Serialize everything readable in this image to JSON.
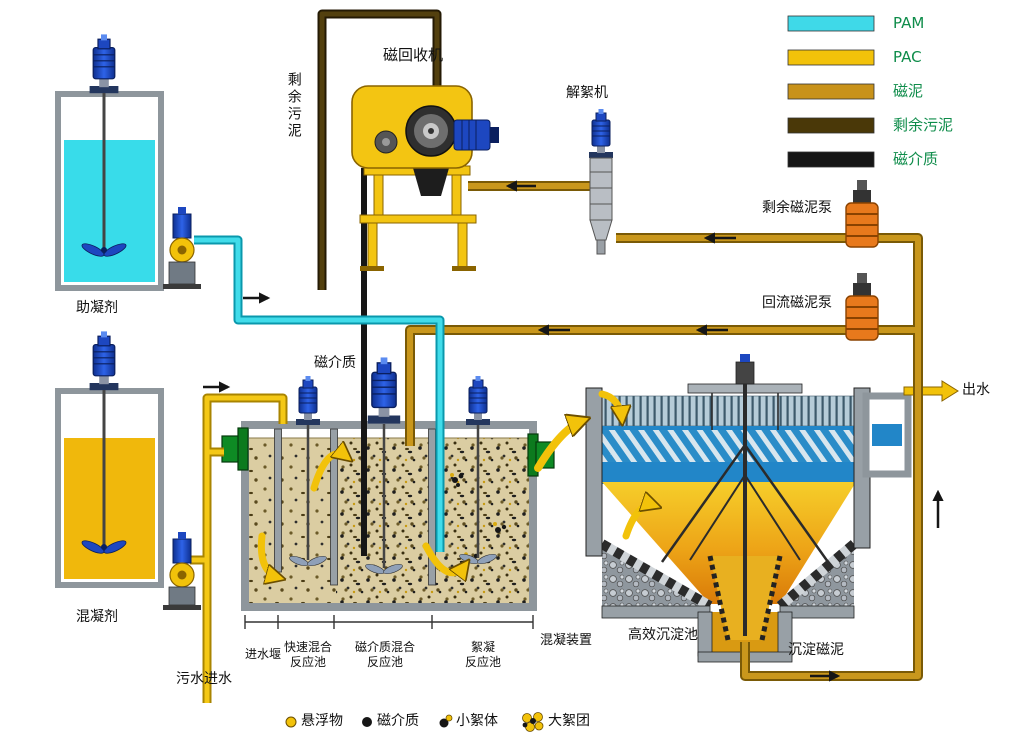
{
  "legend": {
    "items": [
      {
        "name": "pam",
        "label": "PAM",
        "color": "#3fd9e8"
      },
      {
        "name": "pac",
        "label": "PAC",
        "color": "#f2c20a"
      },
      {
        "name": "magnetic-sludge",
        "label": "磁泥",
        "color": "#c8921a"
      },
      {
        "name": "surplus-sludge",
        "label": "剩余污泥",
        "color": "#4a3808"
      },
      {
        "name": "magnetic-media",
        "label": "磁介质",
        "color": "#161616"
      }
    ]
  },
  "equipment": {
    "magnetic_recovery_machine": "磁回收机",
    "deflocculator": "解絮机",
    "coagulant_aid_tank": "助凝剂",
    "coagulant_tank": "混凝剂",
    "surplus_magnetic_sludge_pump": "剩余磁泥泵",
    "return_magnetic_sludge_pump": "回流磁泥泵"
  },
  "streams": {
    "surplus_sludge_pipe": "剩余污泥",
    "magnetic_media_pipe": "磁介质",
    "influent": "污水进水",
    "effluent": "出水",
    "settled_magnetic_sludge": "沉淀磁泥"
  },
  "basin": {
    "inlet_weir": "进水堰",
    "rapid_mix_line1": "快速混合",
    "rapid_mix_line2": "反应池",
    "magnetic_mix_line1": "磁介质混合",
    "magnetic_mix_line2": "反应池",
    "flocculation_line1": "絮凝",
    "flocculation_line2": "反应池",
    "device_label": "混凝装置"
  },
  "clarifier": {
    "label": "高效沉淀池"
  },
  "particle_legend": {
    "suspended_solids": "悬浮物",
    "magnetic_media": "磁介质",
    "small_floc": "小絮体",
    "large_floc": "大絮团"
  }
}
